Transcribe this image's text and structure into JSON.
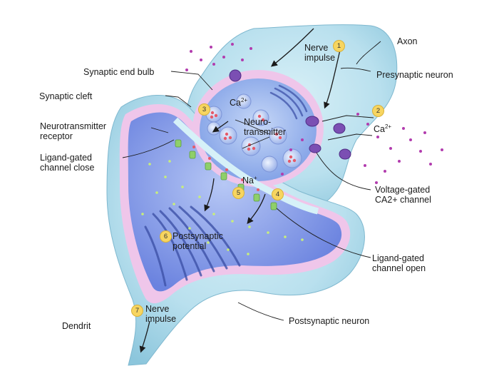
{
  "labels": {
    "axon": "Axon",
    "presynaptic_neuron": "Presynaptic neuron",
    "synaptic_end_bulb": "Synaptic end bulb",
    "synaptic_cleft": "Synaptic cleft",
    "neurotransmitter_receptor": "Neurotransmitter\nreceptor",
    "ligand_gated_close": "Ligand-gated\nchannel close",
    "nerve_impulse_top": "Nerve\nimpulse",
    "ca_inside": "Ca",
    "ca_inside_sup": "2+",
    "neurotransmitter": "Neuro-\ntransmitter",
    "ca_outside": "Ca",
    "ca_outside_sup": "2+",
    "na": "Na",
    "na_sup": "+",
    "voltage_gated": "Voltage-gated\nCA2+ channel",
    "postsynaptic_potential": "Postsynaptic\npotential",
    "ligand_gated_open": "Ligand-gated\nchannel open",
    "nerve_impulse_bottom": "Nerve\nimpulse",
    "dendrit": "Dendrit",
    "postsynaptic_neuron": "Postsynaptic neuron"
  },
  "steps": [
    "1",
    "2",
    "3",
    "4",
    "5",
    "6",
    "7"
  ],
  "colors": {
    "neuron_body": "#b9e0ee",
    "membrane": "#efc6ea",
    "bulb_interior": "#8fb0ec",
    "postsynaptic_interior": "#7b93e6",
    "ion_dots": "#b23cae",
    "channel": "#7b4fb3",
    "step_badge": "#f7d560"
  }
}
